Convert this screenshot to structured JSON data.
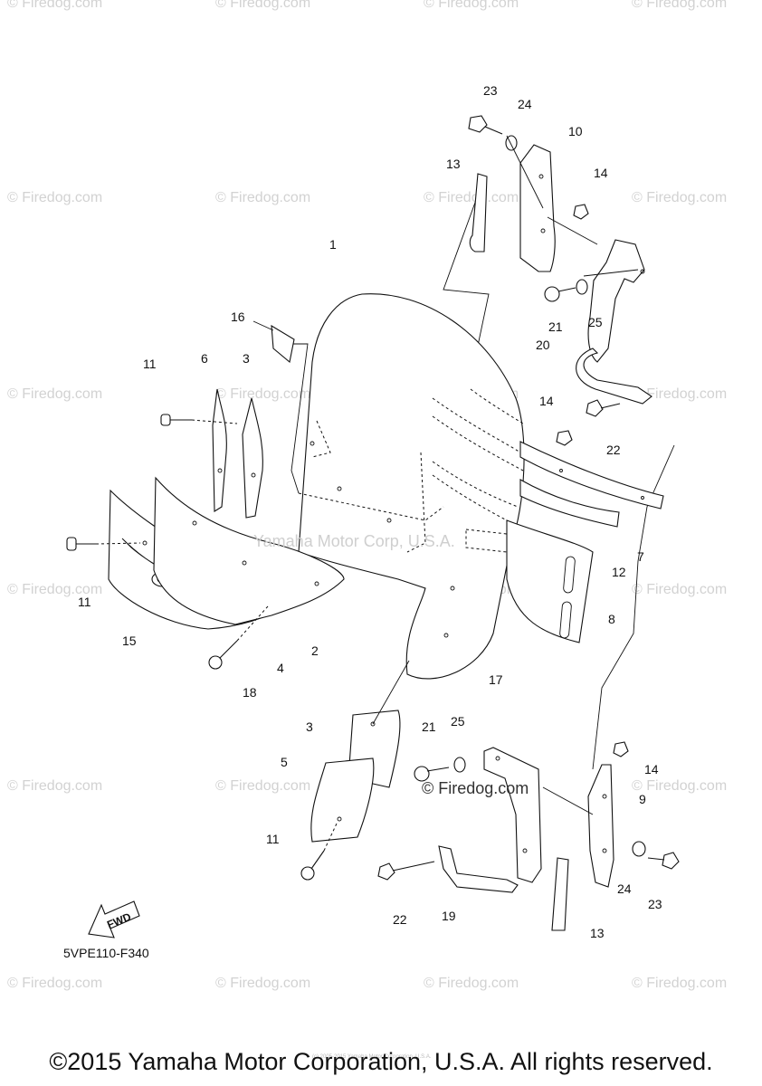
{
  "diagram_code": "5VPE110-F340",
  "watermark_text": "© Firedog.com",
  "center_watermark": "Yamaha Motor Corp, U.S.A.",
  "inline_watermark": "© Firedog.com",
  "fwd_label": "FWD",
  "tiny_note": "(c) 2005-2015 Yamaha Motor Corporation, U.S.A.",
  "footer": "©2015 Yamaha Motor Corporation, U.S.A. All rights reserved.",
  "callouts": {
    "c23a": "23",
    "c24a": "24",
    "c10": "10",
    "c13a": "13",
    "c14a": "14",
    "c1": "1",
    "c16": "16",
    "c21a": "21",
    "c25a": "25",
    "c20": "20",
    "c6": "6",
    "c3a": "3",
    "c11a": "11",
    "c14b": "14",
    "c22a": "22",
    "c7": "7",
    "c12": "12",
    "c8": "8",
    "c11b": "11",
    "c15": "15",
    "c4": "4",
    "c2": "2",
    "c18": "18",
    "c17": "17",
    "c3b": "3",
    "c21b": "21",
    "c25b": "25",
    "c5": "5",
    "c14c": "14",
    "c9": "9",
    "c11c": "11",
    "c24b": "24",
    "c23b": "23",
    "c22b": "22",
    "c19": "19",
    "c13b": "13"
  }
}
